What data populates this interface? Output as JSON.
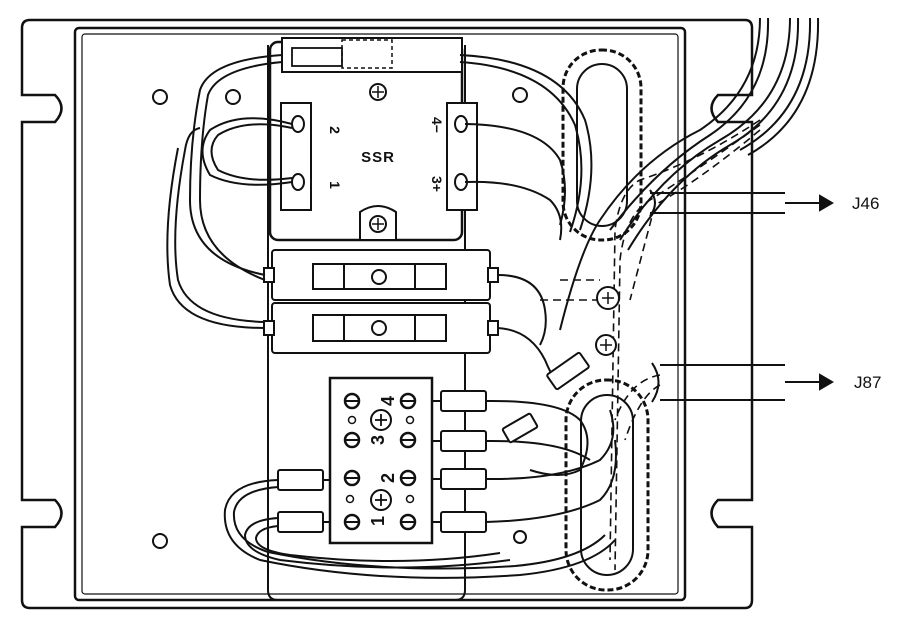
{
  "ssr": {
    "title": "SSR",
    "terminal_left_top": "2",
    "terminal_left_bottom": "1",
    "terminal_right_top": "4−",
    "terminal_right_bottom": "3+"
  },
  "terminal_block": {
    "numbers": [
      "4",
      "3",
      "2",
      "1"
    ]
  },
  "connectors": {
    "j46": "J46",
    "j87": "J87"
  },
  "colors": {
    "line": "#111111",
    "background": "#ffffff"
  }
}
